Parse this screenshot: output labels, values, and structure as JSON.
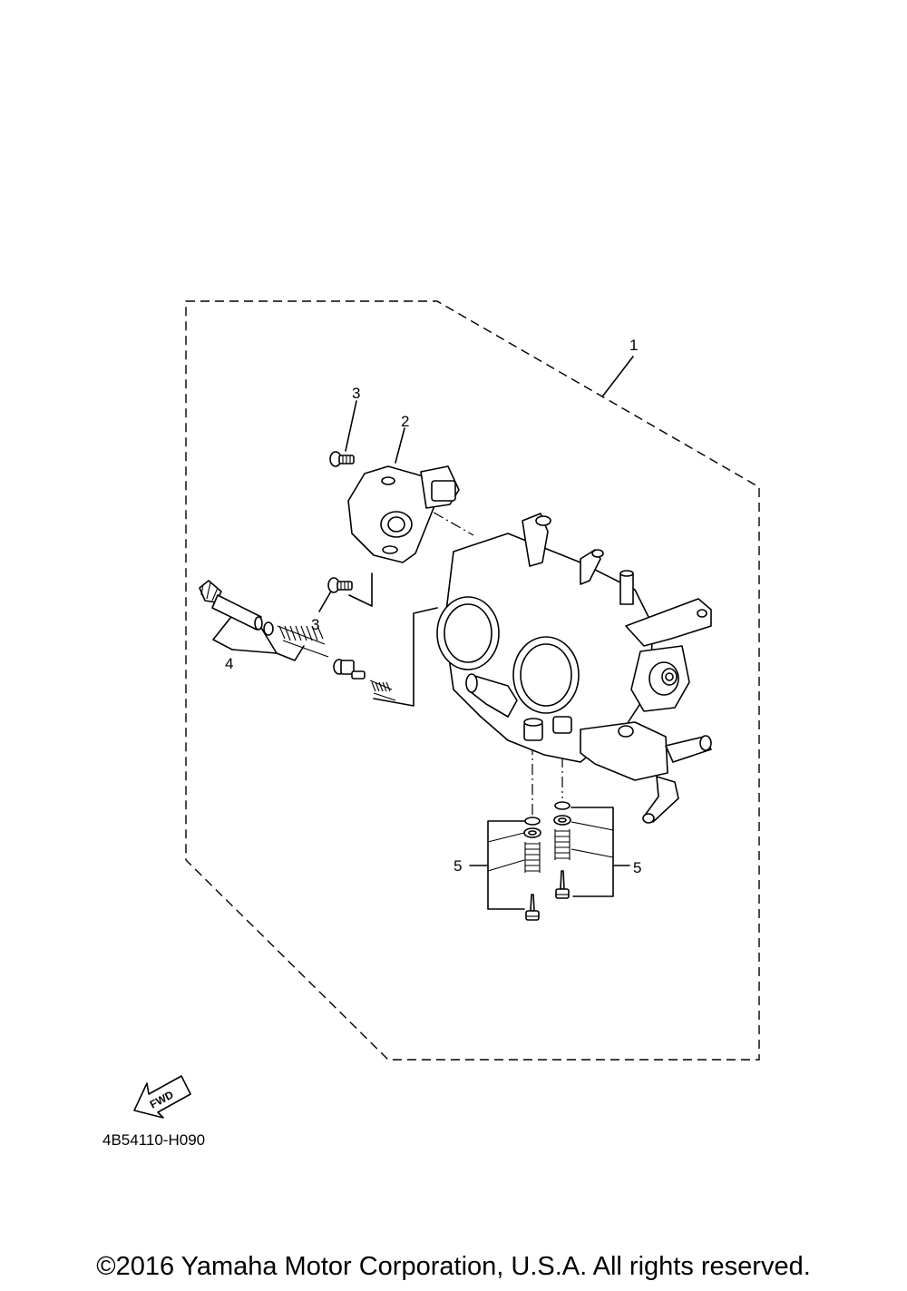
{
  "callouts": {
    "c1": "1",
    "c2": "2",
    "c3a": "3",
    "c3b": "3",
    "c4": "4",
    "c5a": "5",
    "c5b": "5"
  },
  "fwd_label": "FWD",
  "part_code": "4B54110-H090",
  "copyright": "©2016 Yamaha Motor Corporation, U.S.A. All rights reserved.",
  "icons": {
    "forward": "fwd-arrow-icon"
  }
}
